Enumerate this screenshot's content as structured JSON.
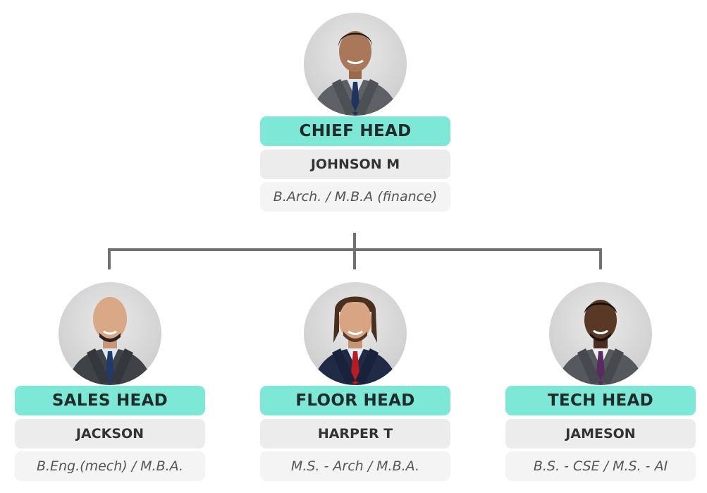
{
  "chief": {
    "role": "CHIEF HEAD",
    "name": "JOHNSON M",
    "degree": "B.Arch. / M.B.A (finance)"
  },
  "reports": [
    {
      "role": "SALES HEAD",
      "name": "JACKSON",
      "degree": "B.Eng.(mech) / M.B.A."
    },
    {
      "role": "FLOOR HEAD",
      "name": "HARPER T",
      "degree": "M.S. - Arch / M.B.A."
    },
    {
      "role": "TECH HEAD",
      "name": "JAMESON",
      "degree": "B.S. - CSE / M.S. - AI"
    }
  ],
  "colors": {
    "role_pill": "#7de8d6",
    "name_pill": "#ececec",
    "degree_pill": "#f4f4f4",
    "connector": "#707070"
  }
}
